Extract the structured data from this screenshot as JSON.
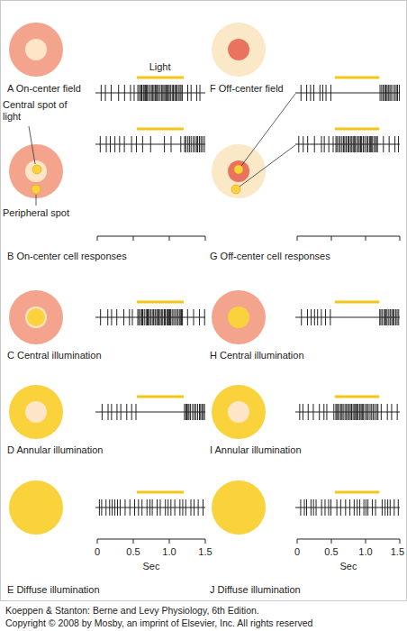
{
  "diagram": {
    "labels": [
      "A On-center field",
      "F Off-center field",
      "Light",
      "Central spot of light",
      "Peripheral spot",
      "B On-center cell responses",
      "G Off-center cell responses",
      "C Central illumination",
      "H Central illumination",
      "D Annular illumination",
      "I Annular illumination",
      "E Diffuse illumination",
      "J Diffuse illumination",
      "0",
      "0.5",
      "1.0",
      "1.5",
      "Sec",
      "0",
      "0.5",
      "1.0",
      "1.5",
      "Sec",
      "Koeppen & Stanton: Berne and Levy Physiology, 6th Edition.",
      "Copyright © 2008 by Mosby, an imprint of Elsevier, Inc. All rights reserved"
    ]
  }
}
